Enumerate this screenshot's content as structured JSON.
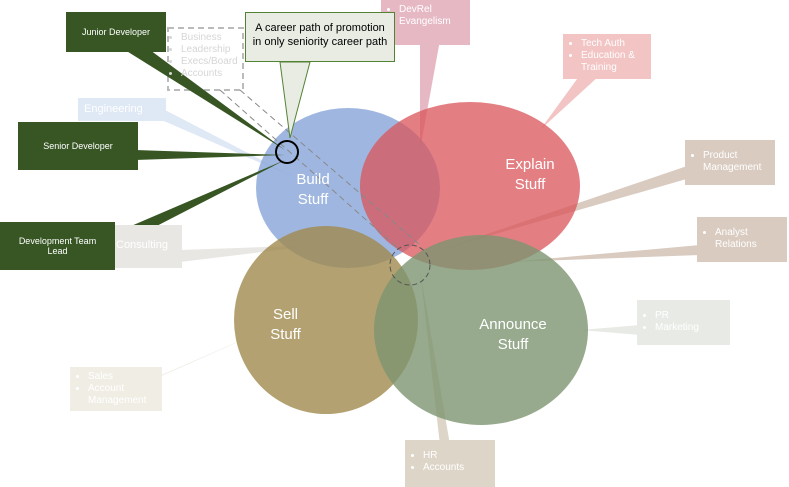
{
  "circles": [
    {
      "id": "build",
      "label_1": "Build",
      "label_2": "Stuff",
      "color": "#8eaadb"
    },
    {
      "id": "explain",
      "label_1": "Explain",
      "label_2": "Stuff",
      "color": "#d9545a"
    },
    {
      "id": "sell",
      "label_1": "Sell",
      "label_2": "Stuff",
      "color": "#a08a4e"
    },
    {
      "id": "announce",
      "label_1": "Announce",
      "label_2": "Stuff",
      "color": "#7d9570"
    }
  ],
  "callouts": {
    "junior": "Junior Developer",
    "senior": "Senior Developer",
    "lead": "Development Team Lead",
    "career_path": "A career path of promotion in only seniority career path"
  },
  "role_boxes": {
    "business": [
      "Business",
      "Leadership",
      "Execs/Board",
      "Accounts"
    ],
    "devrel": [
      "DevRel",
      "Evangelism"
    ],
    "tech_auth": [
      "Tech Auth",
      "Education & Training"
    ],
    "product": [
      "Product Management"
    ],
    "analyst": [
      "Analyst Relations"
    ],
    "pr": [
      "PR",
      "Marketing"
    ],
    "hr": [
      "HR",
      "Accounts"
    ],
    "sales": [
      "Sales",
      "Account Management"
    ],
    "consulting": "Consulting",
    "engineering": "Engineering"
  }
}
